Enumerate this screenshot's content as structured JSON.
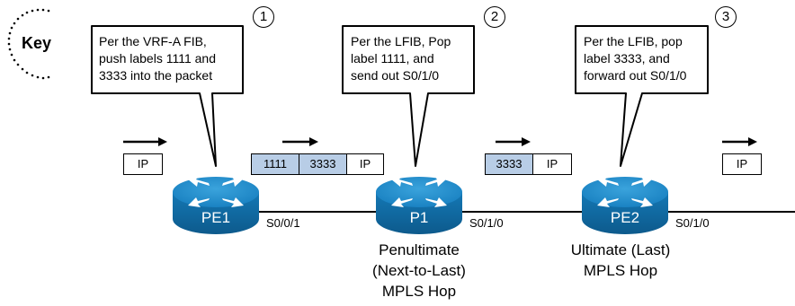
{
  "key": {
    "label": "Key"
  },
  "steps": [
    {
      "number": "1",
      "lines": [
        "Per the VRF-A FIB,",
        "push labels 1111 and",
        "3333 into the packet"
      ]
    },
    {
      "number": "2",
      "lines": [
        "Per the LFIB, Pop",
        "label 1111, and",
        "send out S0/1/0"
      ]
    },
    {
      "number": "3",
      "lines": [
        "Per the LFIB, pop",
        "label 3333, and",
        "forward out S0/1/0"
      ]
    }
  ],
  "packets": {
    "p0": [
      "IP"
    ],
    "p1": [
      "1111",
      "3333",
      "IP"
    ],
    "p2": [
      "3333",
      "IP"
    ],
    "p3": [
      "IP"
    ]
  },
  "routers": [
    {
      "name": "PE1",
      "interface": "S0/0/1"
    },
    {
      "name": "P1",
      "interface": "S0/1/0"
    },
    {
      "name": "PE2",
      "interface": "S0/1/0"
    }
  ],
  "hops": {
    "penultimate": [
      "Penultimate",
      "(Next-to-Last)",
      "MPLS Hop"
    ],
    "ultimate": [
      "Ultimate (Last)",
      "MPLS Hop"
    ]
  },
  "colors": {
    "label_fill": "#b8cde6",
    "router_fill": "#1d8ac8",
    "router_dark": "#0f5f92"
  }
}
